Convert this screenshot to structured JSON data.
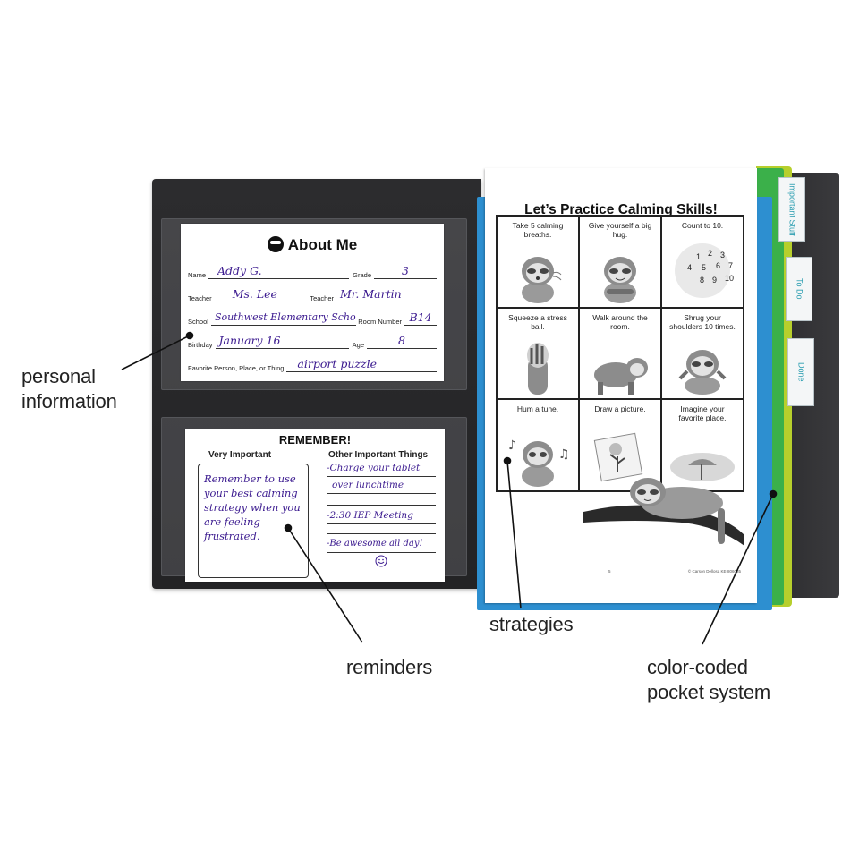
{
  "about_me": {
    "title": "About Me",
    "rows": [
      {
        "label": "Name",
        "value": "Addy G.",
        "label2": "Grade",
        "value2": "3"
      },
      {
        "label": "Teacher",
        "value": "Ms. Lee",
        "label2": "Teacher",
        "value2": "Mr. Martin"
      },
      {
        "label": "School",
        "value": "Southwest Elementary School",
        "label2": "Room Number",
        "value2": "B14"
      },
      {
        "label": "Birthday",
        "value": "January 16",
        "label2": "Age",
        "value2": "8"
      },
      {
        "label": "Favorite Person, Place, or Thing",
        "value": "airport puzzle"
      }
    ]
  },
  "remember": {
    "title": "REMEMBER!",
    "very_important_heading": "Very Important",
    "very_important_note": "Remember to use your best calming strategy when you are feeling frustrated.",
    "other_heading": "Other Important Things",
    "other_items": [
      "-Charge your tablet",
      "over lunchtime",
      "-2:30 IEP Meeting",
      "-Be awesome all day!"
    ]
  },
  "page": {
    "title": "Let’s Practice Calming Skills!",
    "cells": [
      "Take 5 calming breaths.",
      "Give yourself a big hug.",
      "Count to 10.",
      "Squeeze a stress ball.",
      "Walk around the room.",
      "Shrug your shoulders 10 times.",
      "Hum a tune.",
      "Draw a picture.",
      "Imagine your favorite place."
    ],
    "count_numbers": [
      "1",
      "2",
      "3",
      "4",
      "5",
      "6",
      "7",
      "8",
      "9",
      "10"
    ],
    "page_number": "5",
    "copyright": "© Carson Dellosa KE-806085"
  },
  "tabs": [
    "Important Stuff",
    "To Do",
    "Done"
  ],
  "callouts": {
    "personal": [
      "personal",
      "information"
    ],
    "reminders": "reminders",
    "strategies": "strategies",
    "pocket": [
      "color-coded",
      "pocket system"
    ]
  },
  "colors": {
    "folder_black": "#2a2a2c",
    "folder_blue": "#2d8fd0",
    "folder_green": "#3bb04a",
    "folder_yellow": "#b7cf2c",
    "handwriting": "#3b1a8f",
    "tab_text": "#2a9db0"
  }
}
